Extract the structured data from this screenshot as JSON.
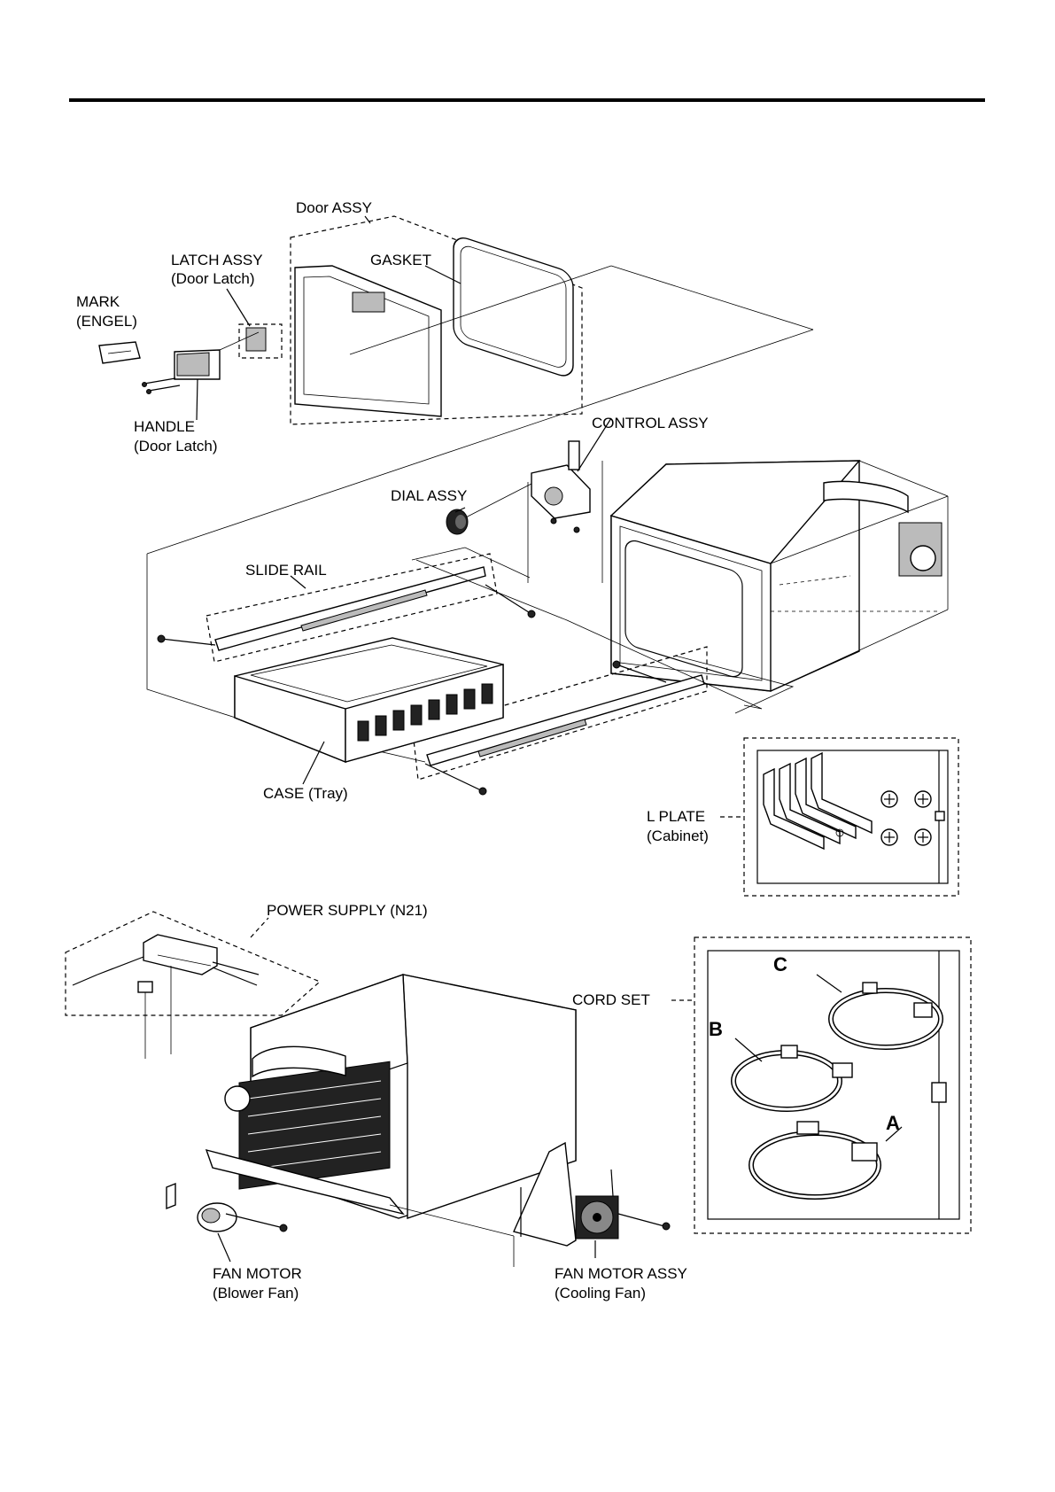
{
  "labels": {
    "door_assy": "Door ASSY",
    "latch_assy": "LATCH  ASSY",
    "latch_assy_sub": "(Door Latch)",
    "gasket": "GASKET",
    "mark": "MARK",
    "mark_sub": "(ENGEL)",
    "handle": "HANDLE",
    "handle_sub": "(Door Latch)",
    "control_assy": "CONTROL ASSY",
    "dial_assy": "DIAL ASSY",
    "slide_rail": "SLIDE RAIL",
    "case_tray": "CASE (Tray)",
    "l_plate": "L PLATE",
    "l_plate_sub": "(Cabinet)",
    "power_supply": "POWER SUPPLY (N21)",
    "cord_set": "CORD SET",
    "cord_a": "A",
    "cord_b": "B",
    "cord_c": "C",
    "fan_motor": "FAN MOTOR",
    "fan_motor_sub": "(Blower Fan)",
    "fan_motor_assy": "FAN MOTOR ASSY",
    "fan_motor_assy_sub": "(Cooling Fan)"
  }
}
